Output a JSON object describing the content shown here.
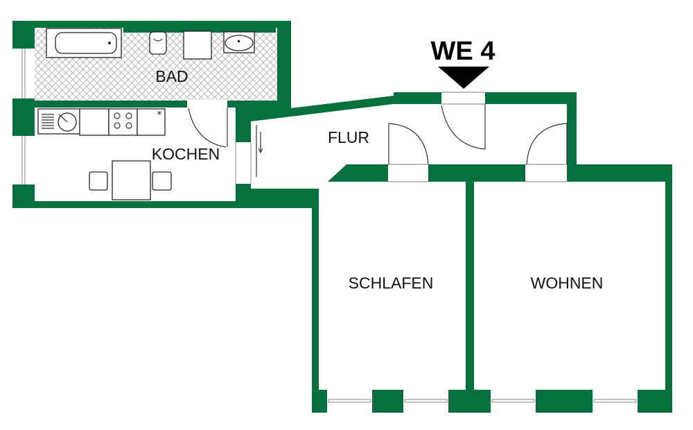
{
  "plan": {
    "unit_label": "WE 4",
    "colors": {
      "wall": "#07703f",
      "hatch": "#a8a8a8",
      "line": "#222222"
    },
    "rooms": {
      "bad": "BAD",
      "kochen": "KOCHEN",
      "flur": "FLUR",
      "schlafen": "SCHLAFEN",
      "wohnen": "WOHNEN"
    }
  }
}
